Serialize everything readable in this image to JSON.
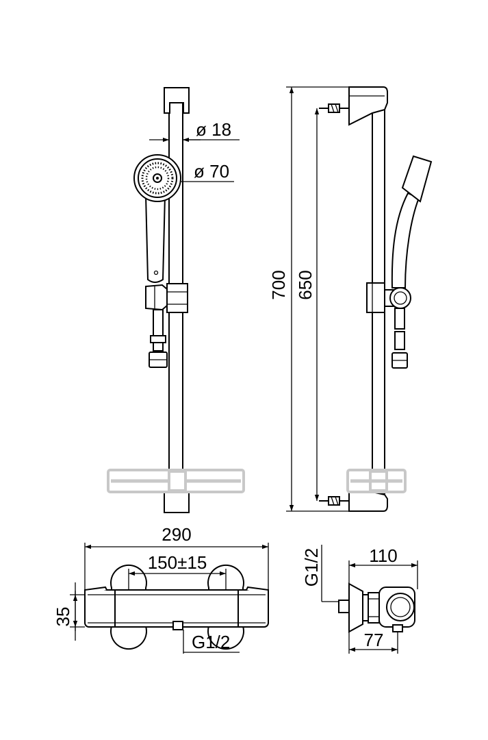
{
  "dimensions": {
    "rail_diameter": "ø 18",
    "head_diameter": "ø 70",
    "total_height": "700",
    "bracket_spacing": "650",
    "mixer_width": "290",
    "inlet_spacing": "150±15",
    "mixer_depth": "35",
    "outlet_thread": "G1/2",
    "inlet_thread": "G1/2",
    "side_depth": "110",
    "side_body_depth": "77"
  },
  "colors": {
    "line": "#000000",
    "soap_dish": "#c8c8c8",
    "background": "#ffffff"
  }
}
